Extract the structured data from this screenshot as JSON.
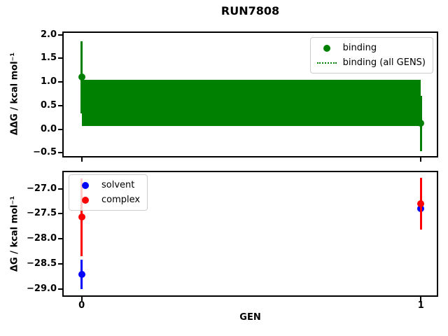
{
  "title": "RUN7808",
  "xlabel": "GEN",
  "colors": {
    "binding": "#008000",
    "solvent": "#0000ff",
    "complex": "#ff0000",
    "axis": "#000000",
    "legend_border": "#cccccc"
  },
  "chart_data": [
    {
      "type": "scatter",
      "name": "binding-panel",
      "title": "RUN7808",
      "ylabel": "ΔΔG / kcal mol⁻¹",
      "xlabel": "",
      "grid": false,
      "xlim": [
        -0.053,
        1.047
      ],
      "ylim": [
        -0.57,
        2.04
      ],
      "yticks": {
        "values": [
          2.0,
          1.5,
          1.0,
          0.5,
          0.0,
          -0.5
        ],
        "labels": [
          "2.0",
          "1.5",
          "1.0",
          "0.5",
          "0.0",
          "−0.5"
        ]
      },
      "xticks": {
        "values": [
          0,
          1
        ],
        "labels": []
      },
      "band": {
        "label": "binding (all GENS)",
        "lo": 0.07,
        "hi": 1.05,
        "center": 0.56,
        "color_key": "binding",
        "line_style": "dotted"
      },
      "series": [
        {
          "name": "binding",
          "color_key": "binding",
          "marker": "circle",
          "points": [
            {
              "x": 0,
              "y": 1.1,
              "err_lo": 0.34,
              "err_hi": 1.86
            },
            {
              "x": 1,
              "y": 0.12,
              "err_lo": -0.47,
              "err_hi": 0.71
            }
          ]
        }
      ],
      "legend": {
        "position": "upper-right",
        "entries": [
          {
            "label": "binding",
            "marker": "dot",
            "color_key": "binding"
          },
          {
            "label": "binding (all GENS)",
            "marker": "dotted-line",
            "color_key": "binding"
          }
        ]
      }
    },
    {
      "type": "scatter",
      "name": "dg-panel",
      "ylabel": "ΔG / kcal mol⁻¹",
      "xlabel": "GEN",
      "grid": false,
      "xlim": [
        -0.053,
        1.047
      ],
      "ylim": [
        -29.13,
        -26.67
      ],
      "yticks": {
        "values": [
          -27.0,
          -27.5,
          -28.0,
          -28.5,
          -29.0
        ],
        "labels": [
          "−27.0",
          "−27.5",
          "−28.0",
          "−28.5",
          "−29.0"
        ]
      },
      "xticks": {
        "values": [
          0,
          1
        ],
        "labels": [
          "0",
          "1"
        ]
      },
      "series": [
        {
          "name": "solvent",
          "color_key": "solvent",
          "marker": "circle",
          "points": [
            {
              "x": 0,
              "y": -28.71,
              "err_lo": -29.0,
              "err_hi": -28.42
            },
            {
              "x": 1,
              "y": -27.4,
              "err_lo": -27.73,
              "err_hi": -27.07
            }
          ]
        },
        {
          "name": "complex",
          "color_key": "complex",
          "marker": "circle",
          "points": [
            {
              "x": 0,
              "y": -27.57,
              "err_lo": -28.35,
              "err_hi": -26.79
            },
            {
              "x": 1,
              "y": -27.3,
              "err_lo": -27.82,
              "err_hi": -26.78
            }
          ]
        }
      ],
      "legend": {
        "position": "upper-left",
        "entries": [
          {
            "label": "solvent",
            "marker": "dot",
            "color_key": "solvent"
          },
          {
            "label": "complex",
            "marker": "dot",
            "color_key": "complex"
          }
        ]
      }
    }
  ]
}
